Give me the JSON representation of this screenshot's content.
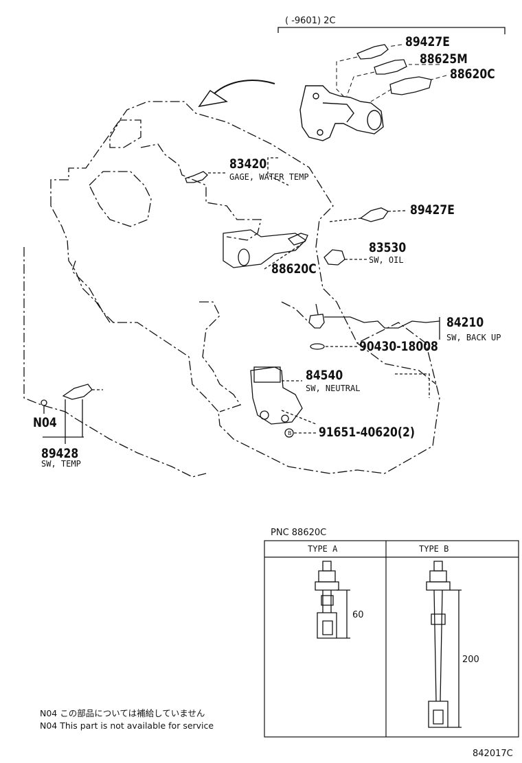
{
  "header": {
    "date_range": "(      -9601) 2C"
  },
  "callouts": {
    "p89427E_top": "89427E",
    "p88625M": "88625M",
    "p88620C_top": "88620C",
    "p83420": "83420",
    "p83420_desc": "GAGE, WATER TEMP",
    "p89427E_mid": "89427E",
    "p83530": "83530",
    "p83530_desc": "SW, OIL",
    "p88620C_mid": "88620C",
    "p84210": "84210",
    "p84210_desc": "SW, BACK UP",
    "p90430": "90430-18008",
    "p84540": "84540",
    "p84540_desc": "SW, NEUTRAL",
    "p91651": "91651-40620(2)",
    "bolt_mark": "B",
    "n04": "N04",
    "p89428": "89428",
    "p89428_desc": "SW, TEMP"
  },
  "pnc_table": {
    "title": "PNC 88620C",
    "type_a": "TYPE A",
    "type_b": "TYPE B",
    "dim_a": "60",
    "dim_b": "200"
  },
  "notes": {
    "jp": "N04 この部品については補給していません",
    "en": "N04 This part is not available for service"
  },
  "figure_id": "842017C"
}
